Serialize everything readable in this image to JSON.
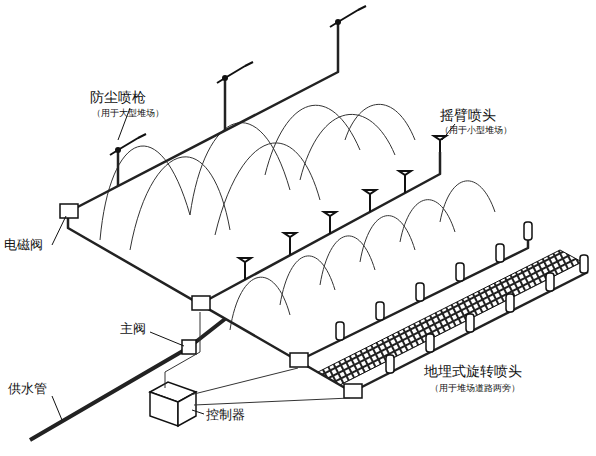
{
  "diagram": {
    "labels": [
      "防尘喷枪",
      "（用于大型堆场）",
      "摇臂喷头",
      "（用于小型堆场）",
      "电磁阀",
      "主阀",
      "供水管",
      "控制器",
      "地埋式旋转喷头",
      "（用于堆场道路两旁）"
    ]
  }
}
